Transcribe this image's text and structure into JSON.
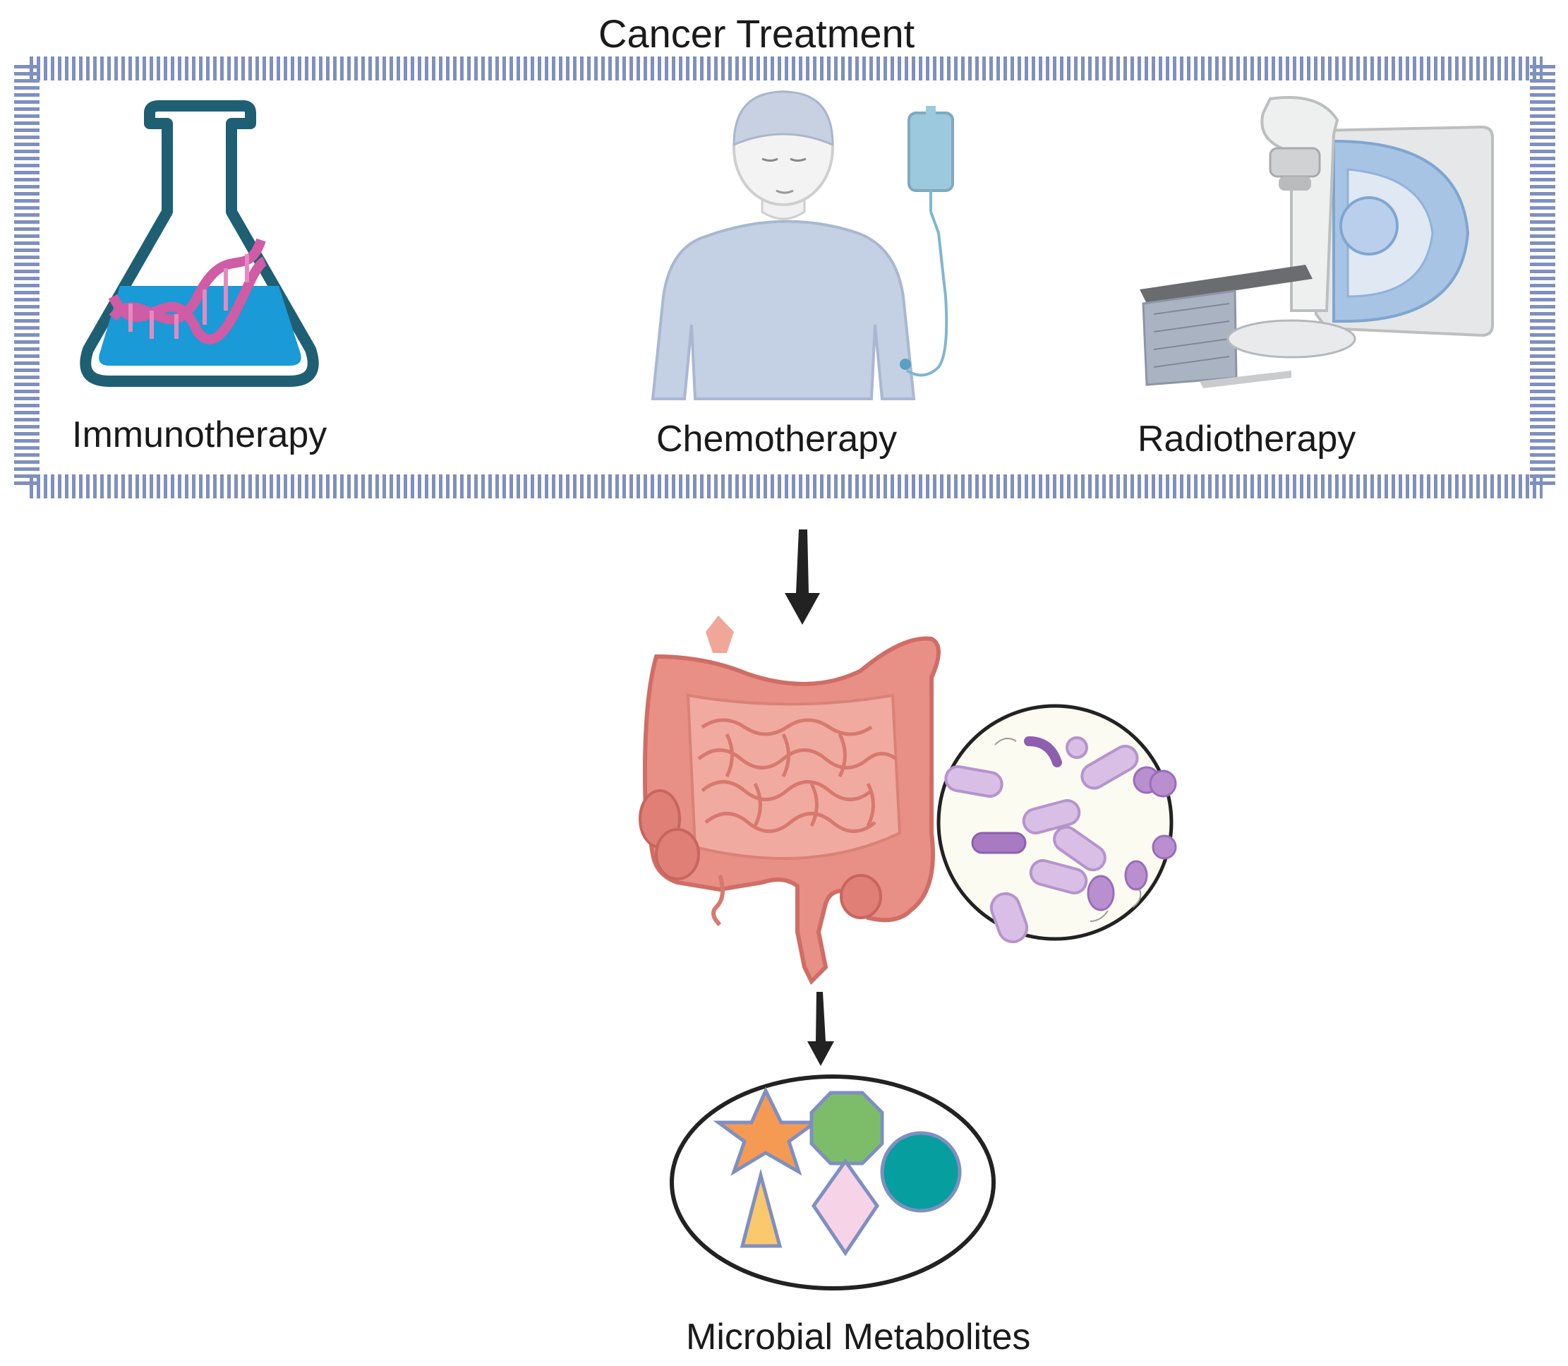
{
  "treatment_box": {
    "title": "Cancer Treatment",
    "items": [
      {
        "label": "Immunotherapy",
        "icon": "flask-dna-icon"
      },
      {
        "label": "Chemotherapy",
        "icon": "patient-iv-drip-icon"
      },
      {
        "label": "Radiotherapy",
        "icon": "radiotherapy-machine-icon"
      }
    ]
  },
  "gut": {
    "icon": "intestine-icon",
    "inset_icon": "gut-microbiota-icon"
  },
  "metabolites": {
    "label": "Microbial Metabolites",
    "icon": "metabolite-shapes-icon"
  },
  "colors": {
    "frame": "#7f8fc0",
    "flask_outline": "#1f5f73",
    "flask_liquid": "#1a9ad6",
    "dna": "#cf5ca4",
    "gown": "#c4d0e4",
    "intestine": "#e88f86",
    "bacteria": "#c39bd3",
    "star": "#f59a52",
    "octagon": "#7dbd6a",
    "circle": "#069e9e",
    "triangle": "#fbc86e",
    "diamond": "#f6d3e6"
  }
}
